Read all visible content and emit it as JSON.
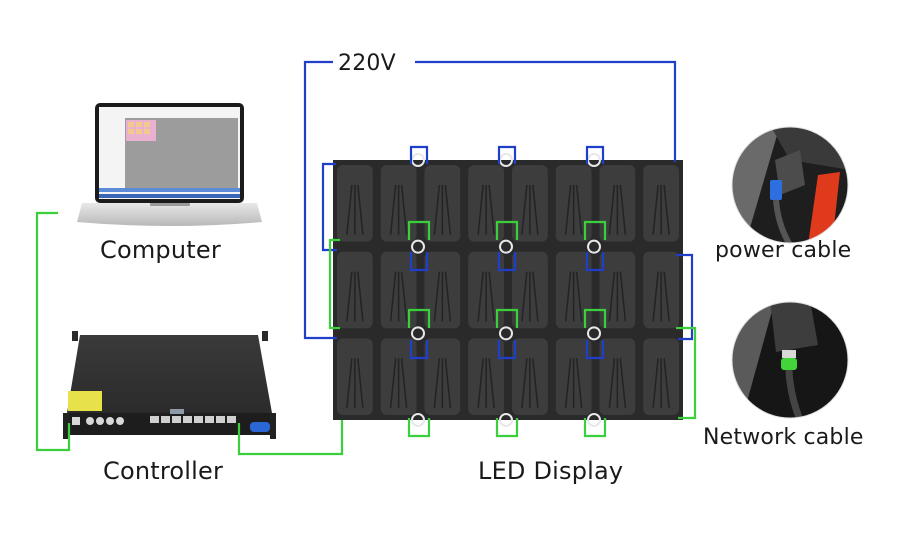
{
  "labels": {
    "computer": "Computer",
    "controller": "Controller",
    "led_display": "LED Display",
    "power_cable": "power cable",
    "network_cable": "Network cable",
    "voltage": "220V"
  },
  "colors": {
    "power_line": "#1f3fc8",
    "network_line": "#3ccf3c",
    "cabinet": "#3d3d3d",
    "cabinet_dark": "#2a2a2a"
  },
  "led_display": {
    "rows": 3,
    "columns": 8
  },
  "legend": [
    {
      "name": "power cable",
      "connector_color": "#2f6fe0",
      "accent_color": "#e03a1c"
    },
    {
      "name": "Network cable",
      "connector_color": "#43d43c"
    }
  ]
}
